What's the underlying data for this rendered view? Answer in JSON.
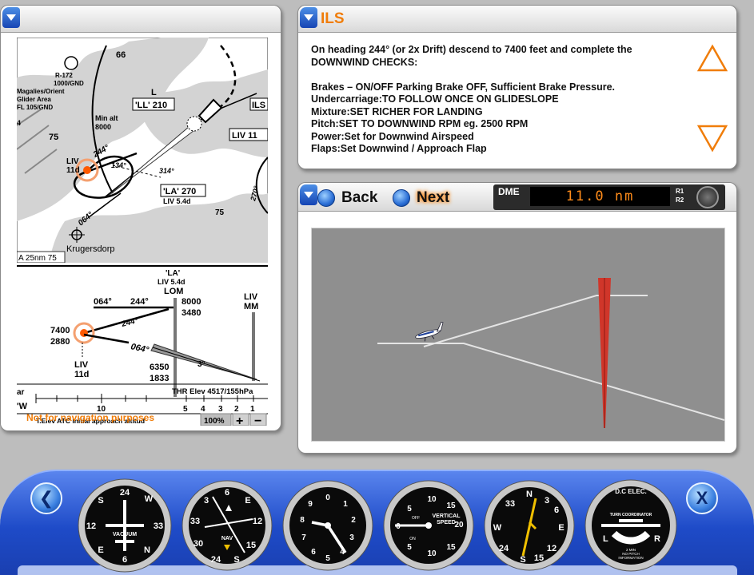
{
  "chart_panel": {
    "labels": {
      "r172": "R-172",
      "r172_alt": "1000/GND",
      "magalies": "Magalies/Orient",
      "glider": "Glider Area",
      "fl": "FL 105/GND",
      "alt_66": "66",
      "min_alt": "Min alt",
      "min_alt_val": "8000",
      "num_4": "4",
      "num_75a": "75",
      "ll_l": "L",
      "ll_box": "'LL' 210",
      "ils_box": "ILS",
      "liv_box": "LIV 11",
      "liv_11d": "LIV",
      "liv_11d2": "11d",
      "deg_244": "244°",
      "deg_134": "134°",
      "deg_314": "314°",
      "la_box": "'LA' 270",
      "liv54": "LIV 5.4d",
      "num_75b": "75",
      "deg_270": "270°",
      "deg_064": "064°",
      "krugersdorp": "Krugersdorp",
      "msa": "A 25nm 75"
    },
    "profile": {
      "la": "'LA'",
      "liv54d": "LIV 5.4d",
      "lom": "LOM",
      "hdg1": "064°",
      "hdg2": "244°",
      "alt8000": "8000",
      "alt3480": "3480",
      "liv_mm1": "LIV",
      "liv_mm2": "MM",
      "deg244": "244°",
      "alt7400": "7400",
      "alt2880": "2880",
      "deg064": "064°",
      "deg3": "3°",
      "liv_b1": "LIV",
      "liv_b2": "11d",
      "alt6350": "6350",
      "alt1833": "1833",
      "thr": "THR Elev 4517/155hPa",
      "scale_ar": "ar",
      "scale_w": "'W",
      "num10": "10",
      "num5": "5",
      "num4": "4",
      "num3": "3",
      "num2": "2",
      "num1": "1",
      "bottom_row": "T.Elev   ATC   Initial approach altitud",
      "zoom": "100%",
      "zoom_in": "+",
      "zoom_out": "−",
      "warning": "Not for navigation purposes"
    }
  },
  "ils_panel": {
    "title": "ILS",
    "lines": [
      "On heading 244° (or 2x Drift) descend to 7400 feet and complete the DOWNWIND CHECKS:",
      "",
      "Brakes – ON/OFF Parking Brake OFF, Sufficient Brake Pressure.",
      "Undercarriage:TO FOLLOW ONCE ON GLIDESLOPE",
      "Mixture:SET RICHER FOR LANDING",
      "Pitch:SET TO DOWNWIND RPM eg. 2500 RPM",
      "Power:Set for Downwind Airspeed",
      "Flaps:Set Downwind / Approach Flap"
    ]
  },
  "glide_panel": {
    "back": "Back",
    "next": "Next",
    "dme_label": "DME",
    "dme_value": "11.0 nm",
    "r1": "R1",
    "r2": "R2"
  },
  "instruments": {
    "prev": "❮",
    "close": "X",
    "vacuum": "VACUUM",
    "nav": "NAV",
    "vs_title1": "VERTICAL",
    "vs_title2": "SPEED",
    "vs_off": "OFF",
    "vs_on": "ON",
    "dc_elec": "D.C ELEC.",
    "turn_coord": "TURN COORDINATOR",
    "tc_l": "L",
    "tc_r": "R",
    "tc_min1": "2 MIN",
    "tc_min2": "NO PITCH",
    "tc_min3": "INFORMATION"
  },
  "colors": {
    "accent": "#f07d0a",
    "header_blue": "#1645b4",
    "fix_marker": "#ff5a00"
  }
}
